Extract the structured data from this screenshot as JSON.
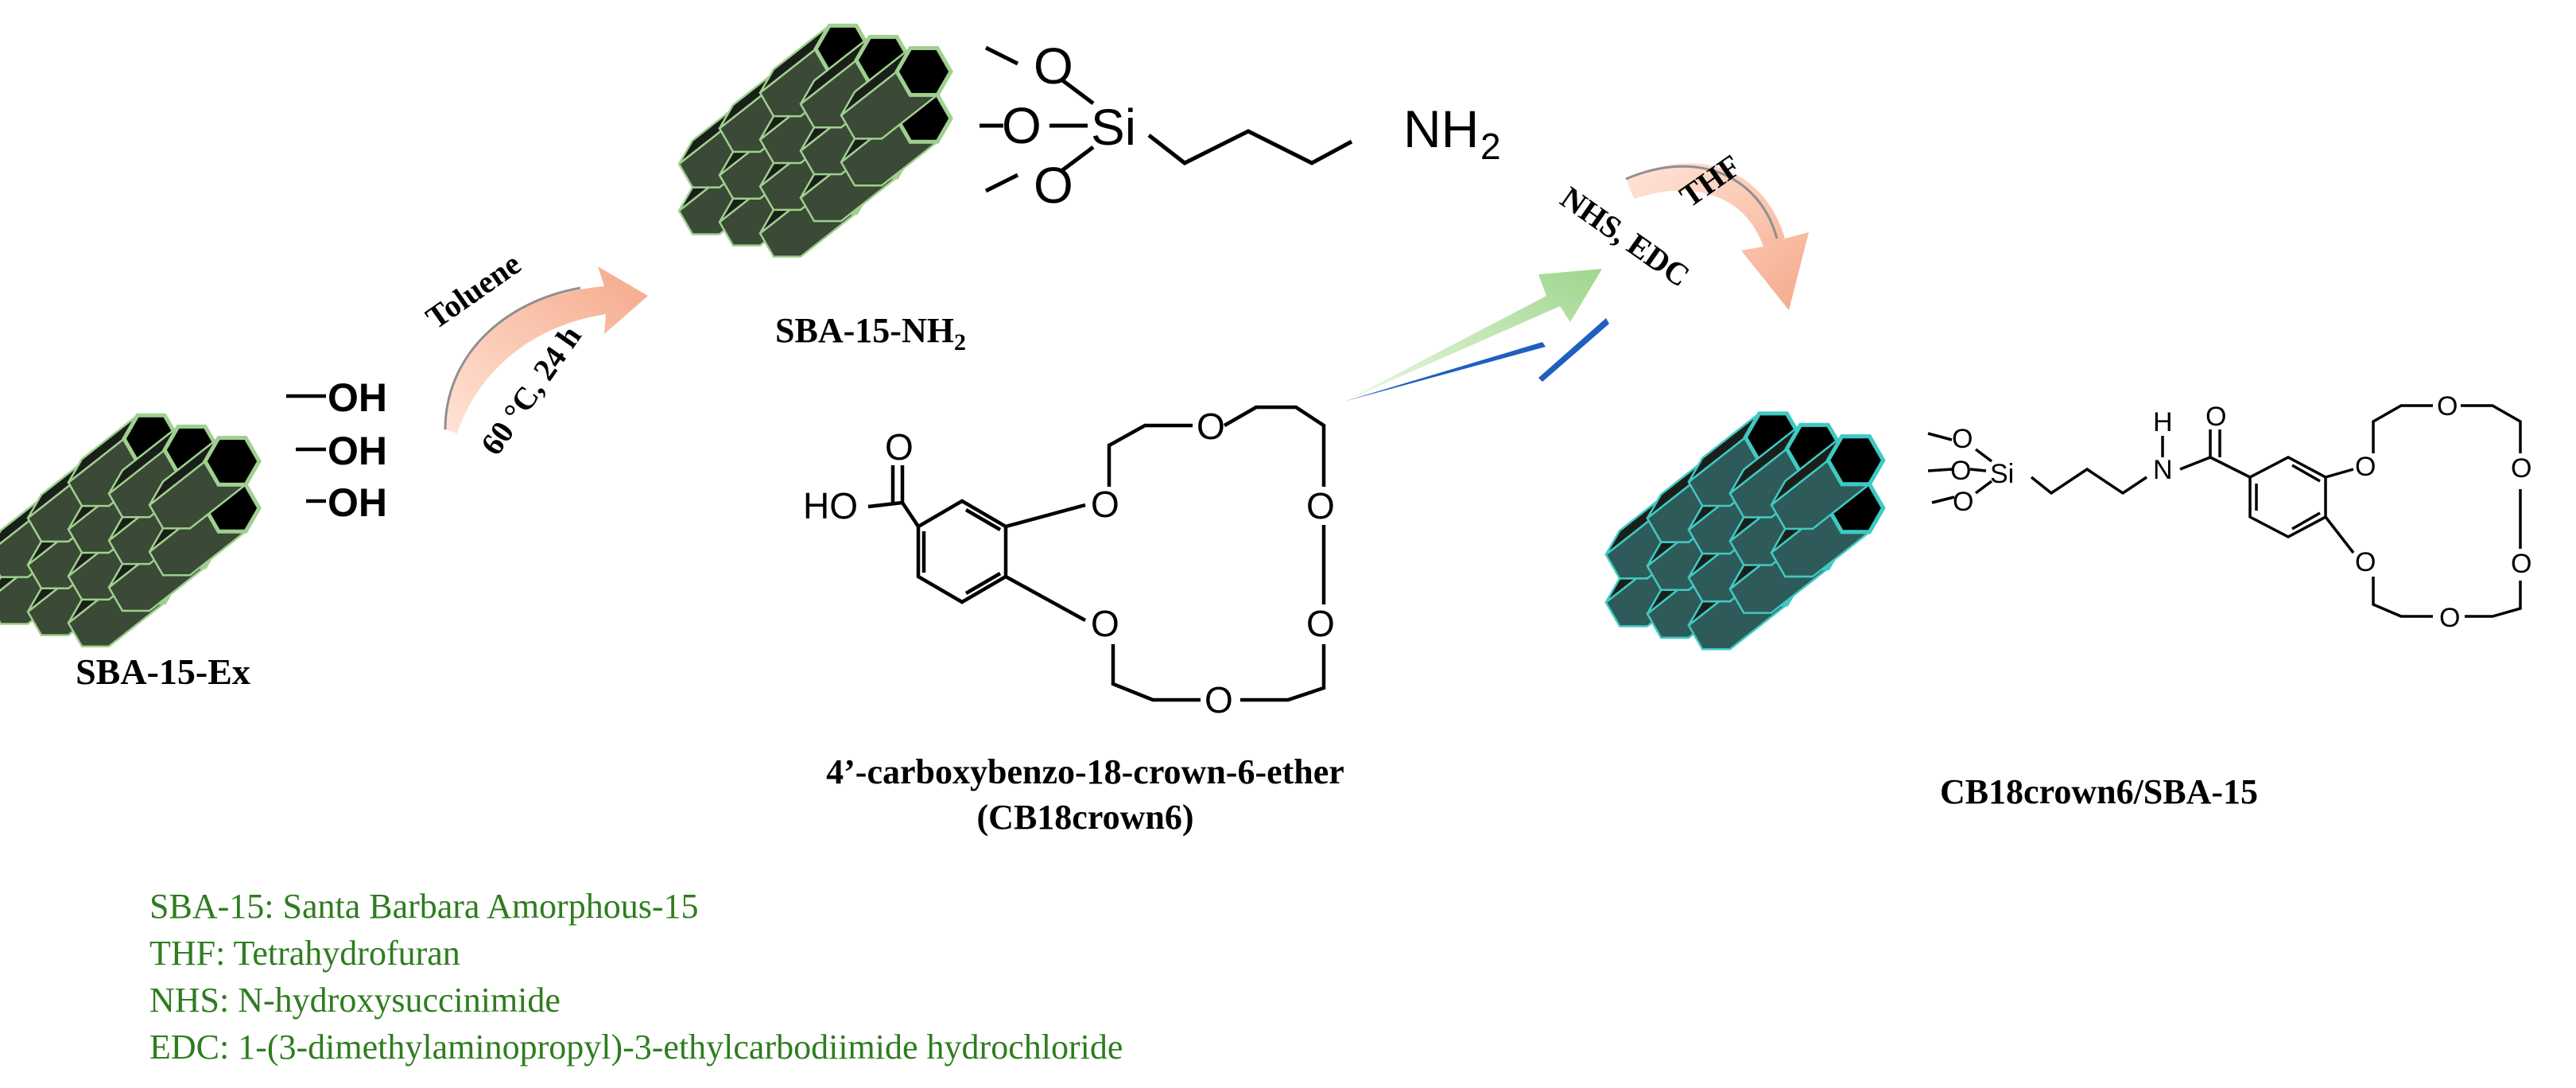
{
  "labels": {
    "sba_ex": "SBA-15-Ex",
    "sba_nh2_main": "SBA-15-NH",
    "sba_nh2_sub": "2",
    "crown_name": "4’-carboxybenzo-18-crown-6-ether",
    "crown_abbr": "(CB18crown6)",
    "product": "CB18crown6/SBA-15"
  },
  "conditions": {
    "step1_solvent": "Toluene",
    "step1_conditions": "60 °C, 24 h",
    "step2_solvent": "THF",
    "step2_reagents": "NHS, EDC"
  },
  "chem_text": {
    "oh": "OH",
    "o": "O",
    "si": "Si",
    "nh2_main": "NH",
    "nh2_sub": "2",
    "h": "H",
    "n": "N",
    "ho": "HO"
  },
  "legend": [
    "SBA-15: Santa Barbara Amorphous-15",
    "THF: Tetrahydrofuran",
    "NHS: N-hydroxysuccinimide",
    "EDC: 1-(3-dimethylaminopropyl)-3-ethylcarbodiimide hydrochloride"
  ],
  "colors": {
    "sba_dark_face": "#3a4a36",
    "sba_green_edge": "#9fd08f",
    "product_cyan": "#3fc9c3",
    "arrow_orange": "#f6b89c",
    "arrow_green": "#b4e0a8",
    "arrow_blue": "#1f5fbf",
    "legend_green": "#2e7d1f"
  }
}
